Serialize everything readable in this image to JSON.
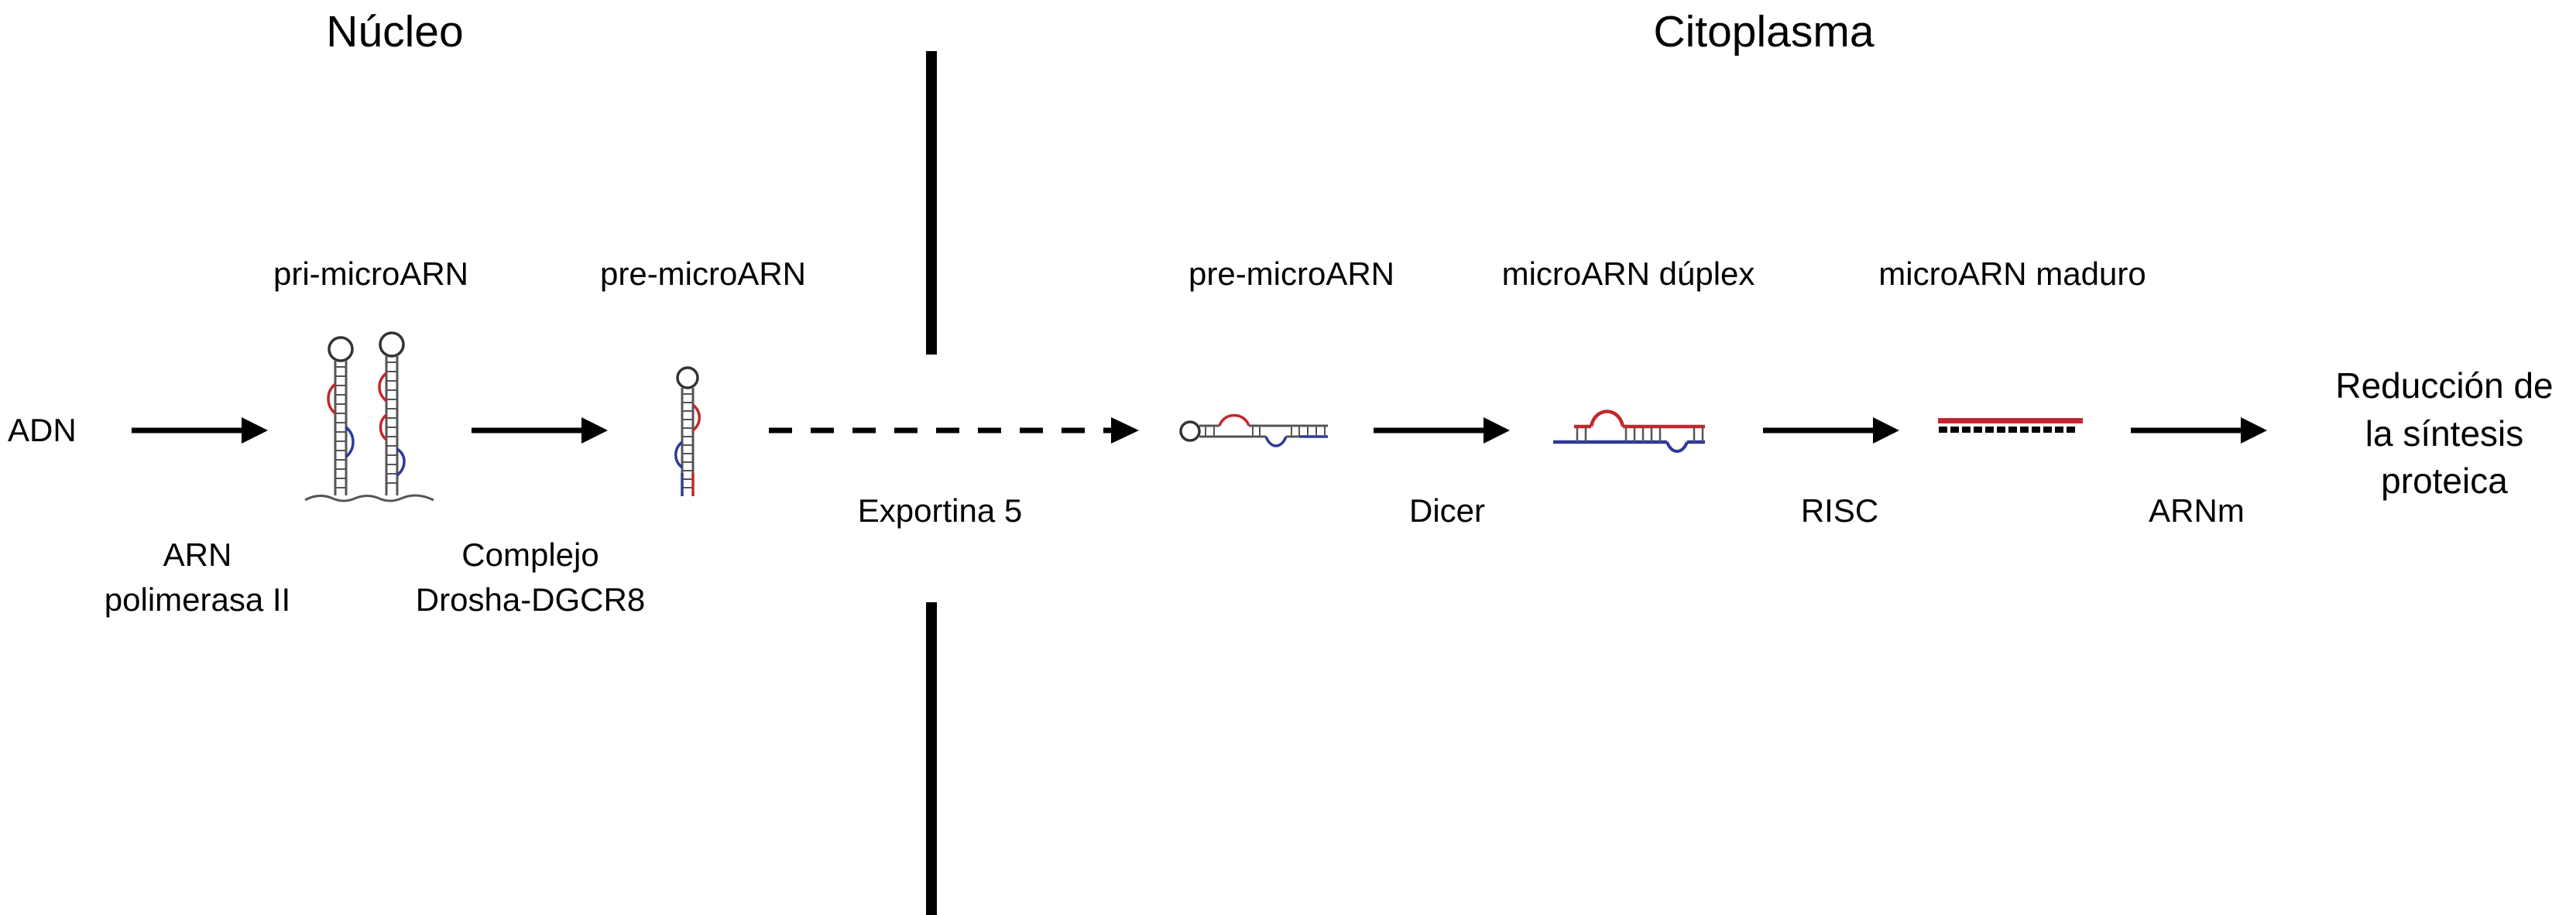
{
  "regions": {
    "nucleus": "Núcleo",
    "cytoplasm": "Citoplasma"
  },
  "stages": {
    "adn": "ADN",
    "pri_microarn": "pri-microARN",
    "pre_microarn_nucleus": "pre-microARN",
    "pre_microarn_cytoplasm": "pre-microARN",
    "microarn_duplex": "microARN dúplex",
    "microarn_maduro": "microARN maduro"
  },
  "effectors": {
    "rna_polymerase": {
      "line1": "ARN",
      "line2": "polimerasa II"
    },
    "drosha_complex": {
      "line1": "Complejo",
      "line2": "Drosha-DGCR8"
    },
    "exportin5": "Exportina 5",
    "dicer": "Dicer",
    "risc": "RISC",
    "arnm": "ARNm"
  },
  "outcome": {
    "line1": "Reducción de",
    "line2": "la síntesis",
    "line3": "proteica"
  },
  "colors": {
    "strand_gray": "#555555",
    "loop_outline": "#333333",
    "rna_red": "#c3272b",
    "rna_blue": "#2d3a96",
    "arrow_black": "#000000"
  }
}
